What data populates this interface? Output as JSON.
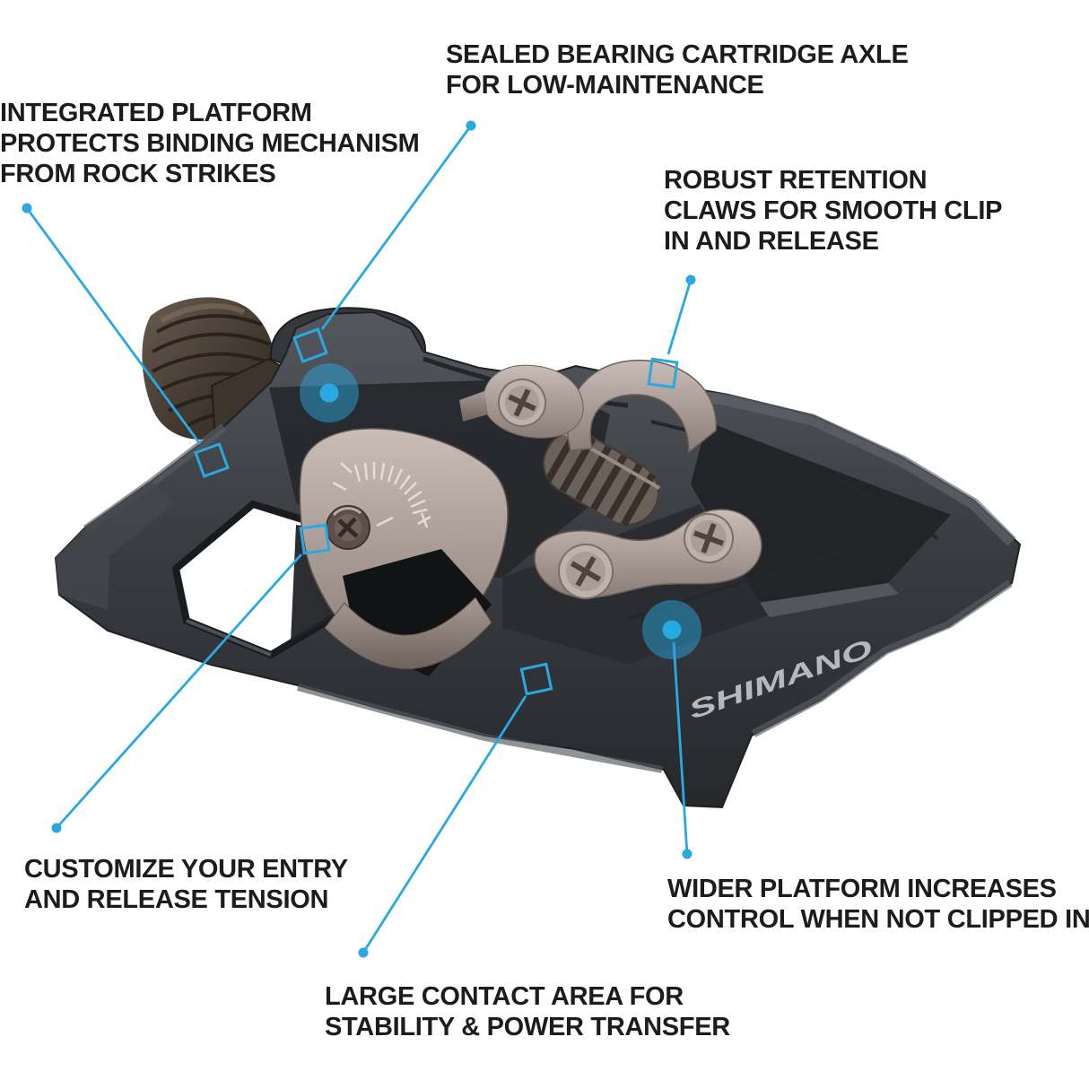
{
  "product": {
    "brand_logo": "SHIMANO"
  },
  "colors": {
    "accent": "#29A9E1",
    "text": "#1C1C1C",
    "logo_gray": "#B5B9BD",
    "body_charcoal": "#3A3D42",
    "mechanism_metal": "#A2958F",
    "axle_brown": "#4A3F36",
    "background": "#FFFFFF"
  },
  "annotations": [
    {
      "id": "integrated-platform",
      "lines": [
        "INTEGRATED PLATFORM",
        "PROTECTS BINDING MECHANISM",
        "FROM ROCK STRIKES"
      ]
    },
    {
      "id": "sealed-bearing",
      "lines": [
        "SEALED BEARING CARTRIDGE AXLE",
        "FOR LOW-MAINTENANCE"
      ]
    },
    {
      "id": "robust-retention",
      "lines": [
        "ROBUST RETENTION",
        "CLAWS FOR SMOOTH CLIP",
        "IN AND RELEASE"
      ]
    },
    {
      "id": "customize-tension",
      "lines": [
        "CUSTOMIZE YOUR ENTRY",
        "AND RELEASE TENSION"
      ]
    },
    {
      "id": "wider-platform",
      "lines": [
        "WIDER PLATFORM INCREASES",
        "CONTROL WHEN NOT CLIPPED IN"
      ]
    },
    {
      "id": "large-contact",
      "lines": [
        "LARGE CONTACT AREA FOR",
        "STABILITY & POWER TRANSFER"
      ]
    }
  ]
}
